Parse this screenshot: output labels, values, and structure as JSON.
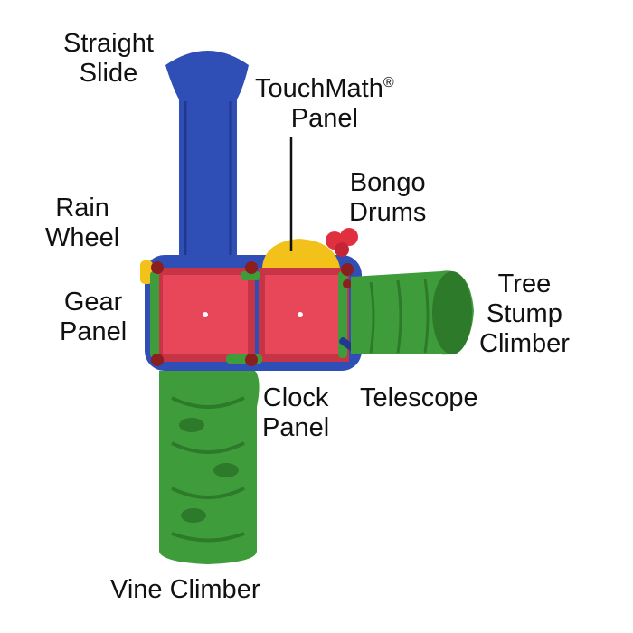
{
  "colors": {
    "slide": "#2f4fb6",
    "slide_dark": "#22388f",
    "deck": "#e8475a",
    "deck_frame": "#c73446",
    "roof": "#f2c21a",
    "drums": "#e0303f",
    "climber": "#3f9c3a",
    "climber_dark": "#2d7a2b",
    "post": "#8b1e1e"
  },
  "labels": {
    "straight_slide": [
      "Straight",
      "Slide"
    ],
    "touchmath_panel": {
      "line1": "TouchMath",
      "mark": "®",
      "line2": "Panel"
    },
    "bongo_drums": [
      "Bongo",
      "Drums"
    ],
    "rain_wheel": [
      "Rain",
      "Wheel"
    ],
    "gear_panel": [
      "Gear",
      "Panel"
    ],
    "tree_stump_climber": [
      "Tree",
      "Stump",
      "Climber"
    ],
    "clock_panel": [
      "Clock",
      "Panel"
    ],
    "telescope": "Telescope",
    "vine_climber": "Vine Climber"
  }
}
